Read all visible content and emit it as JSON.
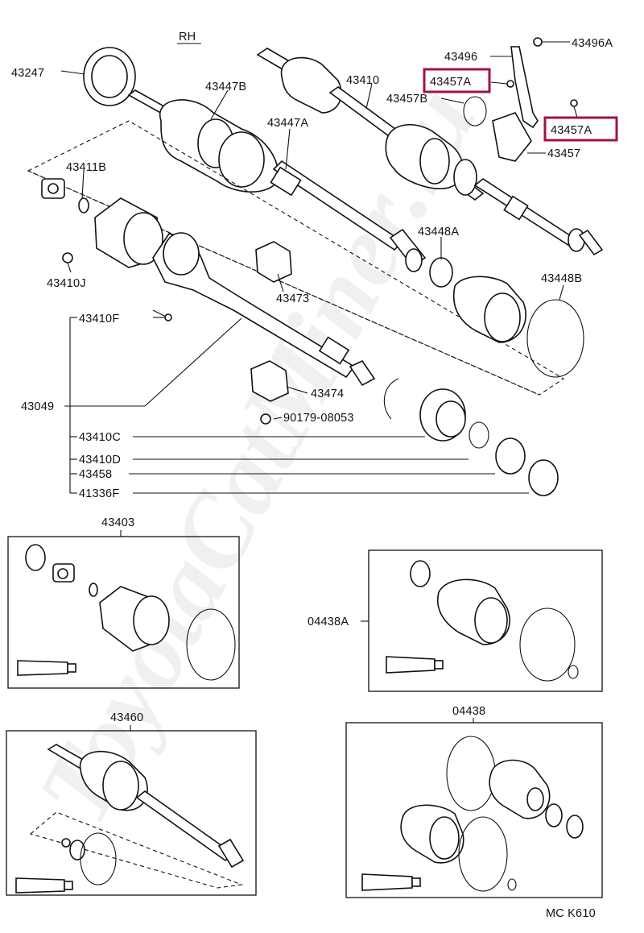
{
  "header": {
    "side": "RH"
  },
  "footer": {
    "code": "MC K610"
  },
  "watermark": {
    "text": "ToyotaCatMiner.ru"
  },
  "highlight_color": "#a0153e",
  "labels": {
    "p43247": "43247",
    "p43447B": "43447B",
    "p43410": "43410",
    "p43496": "43496",
    "p43496A": "43496A",
    "p43457A_1": "43457A",
    "p43457B": "43457B",
    "p43457A_2": "43457A",
    "p43447A": "43447A",
    "p43457": "43457",
    "p43411B": "43411B",
    "p43448A": "43448A",
    "p43410J": "43410J",
    "p43473": "43473",
    "p43448B": "43448B",
    "p43410F": "43410F",
    "p43474": "43474",
    "p43049": "43049",
    "p90179": "90179-08053",
    "p43410C": "43410C",
    "p43410D": "43410D",
    "p43458": "43458",
    "p41336F": "41336F",
    "p43403": "43403",
    "p04438A": "04438A",
    "p43460": "43460",
    "p04438": "04438"
  }
}
